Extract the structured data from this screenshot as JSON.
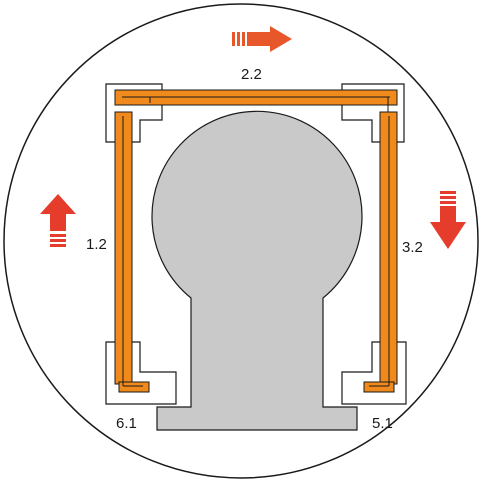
{
  "labels": {
    "top": "2.2",
    "left": "1.2",
    "right": "3.2",
    "bottom_left": "6.1",
    "bottom_right": "5.1"
  },
  "arrows": {
    "top": "right",
    "left": "up",
    "right": "down"
  },
  "colors": {
    "frame_fill": "#F08A1C",
    "frame_stroke": "#1A1A1A",
    "arrow_top": "#E8572A",
    "arrow_side": "#E53C2B",
    "keyhole": "#C9C9C9",
    "outline": "#1A1A1A"
  }
}
